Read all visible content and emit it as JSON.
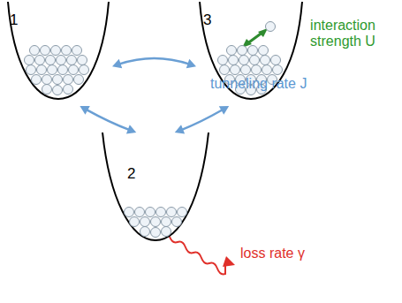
{
  "diagram": {
    "nodes": [
      {
        "text": [
          "1"
        ]
      },
      {
        "text": [
          "3"
        ]
      },
      {
        "text": [
          "2"
        ]
      }
    ],
    "edges": [
      {
        "from": 0,
        "to": 1,
        "arrow": "both"
      },
      {
        "from": 0,
        "to": 2,
        "arrow": "both"
      },
      {
        "from": 1,
        "to": 2,
        "arrow": "both"
      }
    ],
    "labels": [
      "interaction strength U",
      "tunneling rate J",
      "loss rate γ"
    ]
  }
}
